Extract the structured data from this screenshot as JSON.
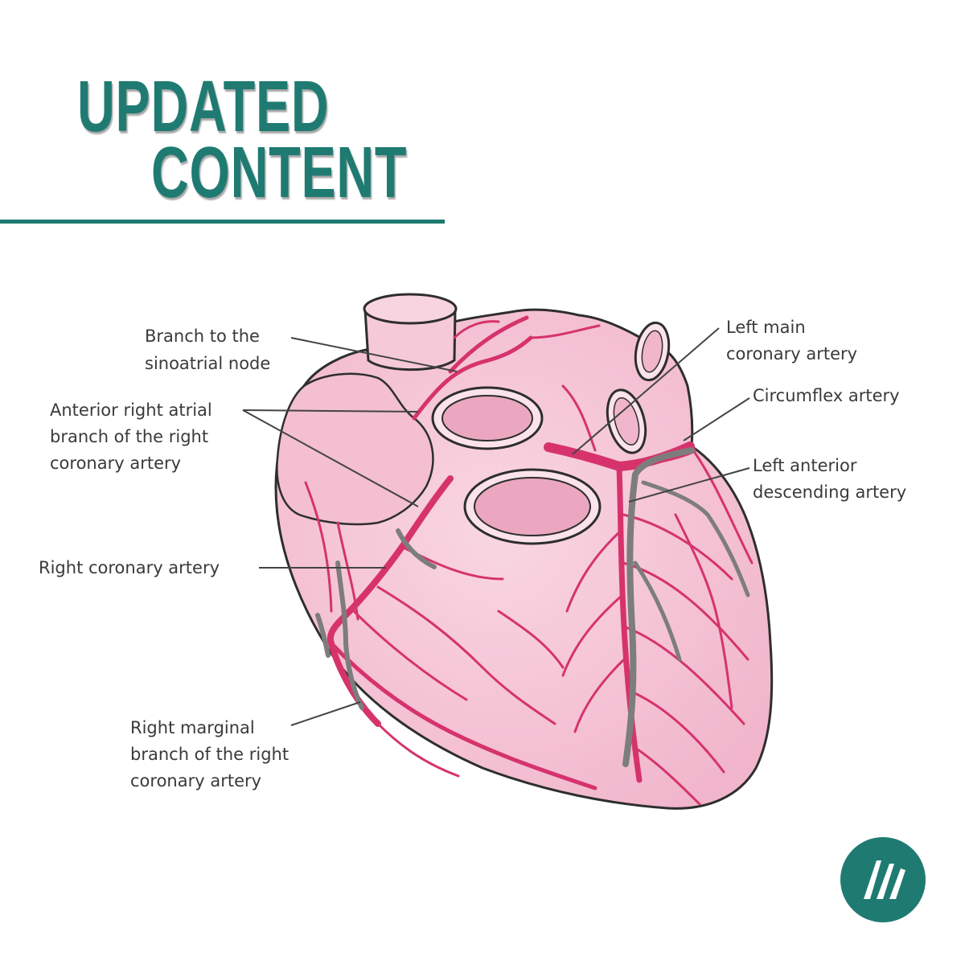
{
  "header": {
    "line1": "UPDATED",
    "line2": "CONTENT"
  },
  "labels": {
    "sa_node": [
      "Branch to the",
      "sinoatrial node"
    ],
    "anterior_right_atrial": [
      "Anterior right atrial",
      "branch of the right",
      "coronary artery"
    ],
    "right_coronary": [
      "Right coronary artery"
    ],
    "right_marginal": [
      "Right marginal",
      "branch of the right",
      "coronary artery"
    ],
    "left_main": [
      "Left main",
      "coronary artery"
    ],
    "circumflex": [
      "Circumflex artery"
    ],
    "lad": [
      "Left anterior",
      "descending artery"
    ]
  },
  "colors": {
    "brand": "#1f7b72",
    "heart_fill": "#f6c9d9",
    "artery": "#d6336c",
    "vein": "#7d7d7d"
  },
  "logo": {
    "icon": "brand-logo-icon"
  }
}
